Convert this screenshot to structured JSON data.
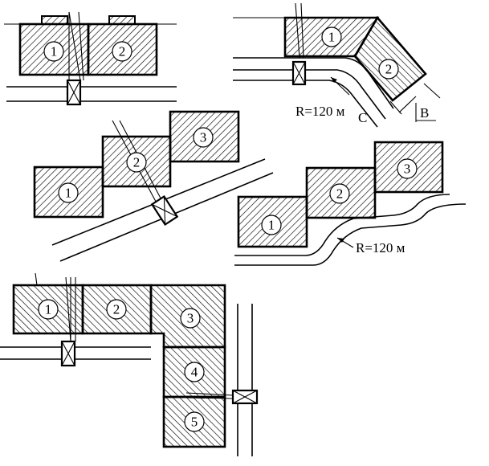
{
  "diagram": {
    "block_numbers": {
      "a": [
        "1",
        "2"
      ],
      "b": [
        "1",
        "2"
      ],
      "c": [
        "1",
        "2",
        "3"
      ],
      "d": [
        "1",
        "2",
        "3"
      ],
      "e": [
        "1",
        "2",
        "3",
        "4",
        "5"
      ]
    },
    "labels": {
      "radius_b": "R=120 м",
      "radius_d": "R=120 м",
      "letter_c": "C",
      "letter_b": "B"
    }
  }
}
